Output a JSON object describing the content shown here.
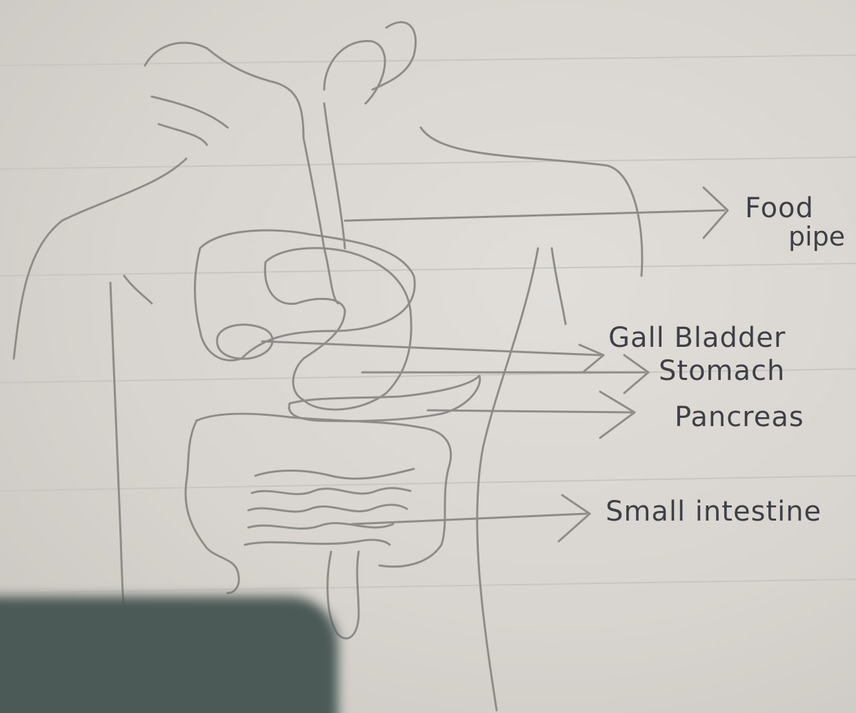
{
  "labels": {
    "food_pipe_1": "Food",
    "food_pipe_2": "pipe",
    "gall_bladder": "Gall Bladder",
    "stomach": "Stomach",
    "pancreas": "Pancreas",
    "small_intestine": "Small intestine"
  },
  "colors": {
    "paper": "#dcd8d3",
    "pencil": "#8e8c88",
    "ink": "#3f3f46",
    "shadow": "#4b5a57"
  }
}
